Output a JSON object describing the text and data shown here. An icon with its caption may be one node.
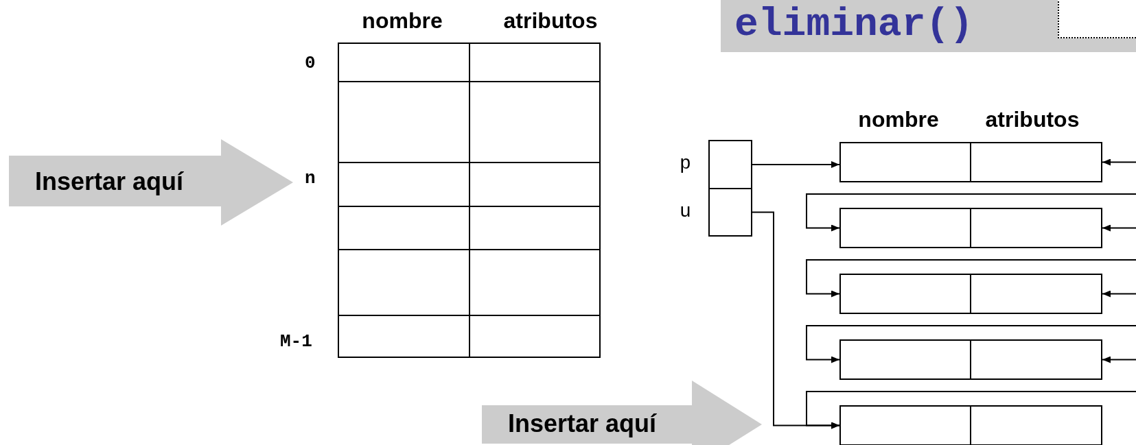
{
  "diagram": {
    "title": "eliminar()",
    "nodes": [
      {
        "text": [
          "Insertar aquí"
        ]
      },
      {
        "text": [
          "Insertar aquí"
        ]
      },
      {
        "text": [],
        "shape": "box",
        "beside": [
          "p"
        ]
      },
      {
        "text": [],
        "shape": "box",
        "beside": [
          "u"
        ]
      },
      {
        "text": [],
        "shape": "box"
      },
      {
        "text": [],
        "shape": "box"
      },
      {
        "text": [],
        "shape": "box"
      },
      {
        "text": [],
        "shape": "box"
      },
      {
        "text": [],
        "shape": "box"
      }
    ],
    "edges": [
      {
        "from": 2,
        "to": 4,
        "arrow": "to"
      },
      {
        "from": 3,
        "to": 8,
        "arrow": "to"
      },
      {
        "from": null,
        "to": 5,
        "arrow": "to"
      },
      {
        "from": null,
        "to": 6,
        "arrow": "to"
      },
      {
        "from": null,
        "to": 7,
        "arrow": "to"
      },
      {
        "from": null,
        "to": 8,
        "arrow": "to"
      },
      {
        "from": null,
        "to": 4,
        "arrow": "to"
      },
      {
        "from": null,
        "to": 5,
        "arrow": "to"
      },
      {
        "from": null,
        "to": 6,
        "arrow": "to"
      },
      {
        "from": null,
        "to": 7,
        "arrow": "to"
      }
    ],
    "labels": [
      "nombre",
      "atributos",
      "0",
      "n",
      "M-1",
      "nombre",
      "atributos"
    ]
  }
}
